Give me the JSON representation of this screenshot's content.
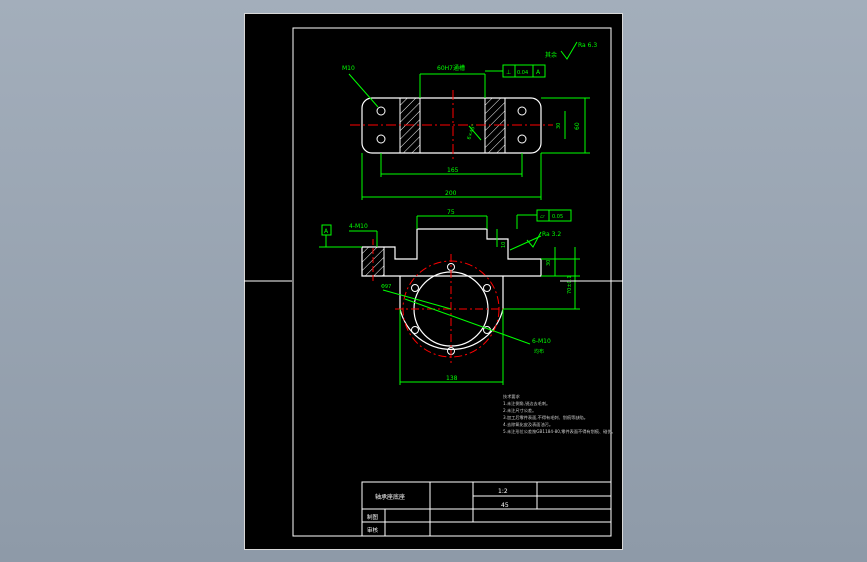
{
  "colors": {
    "background": "#9aa6b4",
    "sheet": "#000000",
    "frame": "#ffffff",
    "dimension": "#00ff00",
    "centerline": "#ff0000",
    "annotation": "#00ff00",
    "outline": "#ffffff",
    "note_text": "#cccccc"
  },
  "drawing": {
    "top_view": {
      "hole_label": "M10",
      "roughness_label": "其余",
      "roughness_value": "Ra 6.3",
      "tolerance_boxes": [
        "⊥",
        "0.04",
        "A"
      ],
      "slot_label": "60H7通槽",
      "angle_label": "6×45°",
      "inner_dim": "165",
      "outer_dim": "200",
      "height_dim": "60",
      "height_inner_dim": "30"
    },
    "front_view": {
      "datum_label": "A",
      "thread_label": "4-M10",
      "slot_width_dim": "75",
      "slot_depth_dim": "10",
      "flatness_boxes": [
        "⏥",
        "0.05"
      ],
      "roughness_value": "Ra 3.2",
      "side_height_dim": "30",
      "total_height_dim": "70±0.1",
      "pcd_label": "Φ97",
      "hole_pattern_label": "6-M10",
      "hole_pattern_note": "均布",
      "width_dim": "138"
    },
    "notes": [
      "技术要求",
      "1.未注倒角,锐边去毛刺。",
      "2.未注尺寸公差。",
      "3.加工后零件表面,不得有毛刺、划痕等缺陷。",
      "4.去除氧化皮及表面油污。",
      "5.未注形位公差按GB1184-80,零件表面不得有划痕、碰伤。"
    ],
    "title_block": {
      "part_name": "轴承座底座",
      "scale": "1:2",
      "material": "45",
      "drawn_label": "制图",
      "check_label": "审核"
    }
  }
}
